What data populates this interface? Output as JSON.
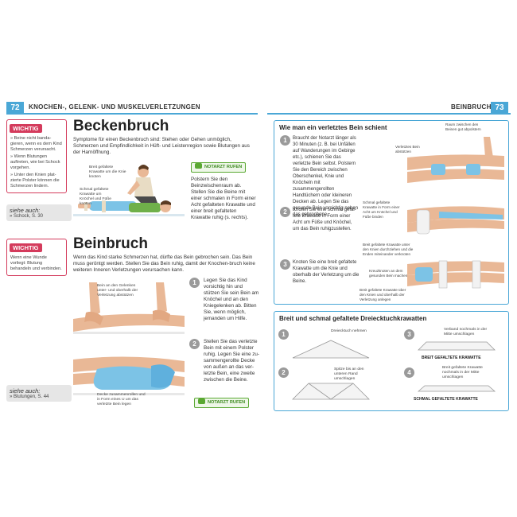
{
  "left_page": {
    "page_number": "72",
    "running_head": "KNOCHEN-, GELENK- UND MUSKELVERLETZUNGEN",
    "wichtig_1": {
      "label": "WICHTIG",
      "items": [
        "» Beine nicht banda-gieren, wenn es dem Kind Schmerzen verursacht.",
        "» Wenn Blutungen auftreten, wie bei Schock vorgehen.",
        "» Unter den Knien plat-zierte Polster können die Schmerzen lindern."
      ]
    },
    "siehe_1": {
      "heading": "siehe auch:",
      "ref": "» Schock, S. 30"
    },
    "wichtig_2": {
      "label": "WICHTIG",
      "text": "Wenn eine Wunde vorliegt: Blutung behandeln und verbinden."
    },
    "siehe_2": {
      "heading": "siehe auch:",
      "ref": "» Blutungen, S. 44"
    },
    "beckenbruch": {
      "title": "Beckenbruch",
      "intro": "Symptome für einen Beckenbruch sind: Stehen oder Gehen unmöglich, Schmerzen und Empfindlichkeit in Hüft- und Leistenregion sowie Blutungen aus der Harnöffnung.",
      "caption_1": "Breit gefaltete Krawatte um die Knie knoten",
      "caption_2": "Schmal gefaltete Krawatte um Knöchel und Füße knoten",
      "notarzt": "NOTARZT RUFEN",
      "text": "Polstern Sie den Beinzwischenraum ab. Stellen Sie die Beine mit einer schmalen in Form einer Acht gefalteten Krawatte und einer breit gefalteten Krawatte ruhig (s. rechts)."
    },
    "beinbruch": {
      "title": "Beinbruch",
      "intro": "Wenn das Kind starke Schmerzen hat, dürfte das Bein gebrochen sein. Das Bein muss geröntgt werden. Stellen Sie das Bein ruhig, damit der Knochen-bruch keine weiteren Inneren Verletzungen verursachen kann.",
      "caption_1": "Bein an den Gelenken unter- und oberhalb der Verletzung abstützen",
      "caption_2": "Decke zusammenrollen und in Form eines U um das verletzte Bein legen",
      "step_1_num": "1",
      "step_1": "Legen Sie das Kind vorsichtig hin und stützen Sie sein Bein am Knöchel und an den Kniegelenken ab. Bitten Sie, wenn möglich, jemanden um Hilfe.",
      "step_2_num": "2",
      "step_2": "Stellen Sie das verletzte Bein mit einem Polster ruhig. Legen Sie eine zu-sammengerollte Decke von außen an das ver-letzte Bein, eine zweite zwischen die Beine.",
      "notarzt": "NOTARZT RUFEN"
    }
  },
  "right_page": {
    "page_number": "73",
    "running_head": "BEINBRUCH",
    "schiene": {
      "title": "Wie man ein verletztes Bein schient",
      "step_1_num": "1",
      "step_1": "Braucht der Notarzt länger als 30 Minuten (z. B. bei Unfällen auf Wanderungen im Gebirge etc.), schienen Sie das verletzte Bein selbst. Polstern Sie den Bereich zwischen Oberschenkel, Knie und Knöcheln mit zusammengerollten Handtüchern oder kleineren Decken ab. Legen Sie das gesunde Bein vorsichtig neben das gebrochene.",
      "step_2_num": "2",
      "step_2": "Knoten Sie eine schmal gefal-tete Krawatte in Form einer Acht um Füße und Knöchel, um das Bein ruhigzustellen.",
      "step_3_num": "3",
      "step_3": "Knoten Sie eine breit gefaltete Krawatte um die Knie und oberhalb der Verletzung um die Beine.",
      "labels": {
        "raum": "Raum zwischen den Beinen gut abpolstern",
        "verletztes": "Verletztes Bein abstützen",
        "schmal_acht": "Schmal gefaltete Krawatte in Form einer Acht um Knöchel und Füße binden",
        "breit_unter": "Breit gefaltete Krawatte unter den Knien durchziehen und die Enden miteinander verknoten",
        "kreuzknoten": "Kreuzknoten an dem gesunden Bein machen",
        "breit_ueber": "Breit gefaltete Krawatte über den Knien und oberhalb der Verletzung anlegen"
      }
    },
    "krawatten": {
      "title": "Breit und schmal gefaltete Dreiecktuchkrawatten",
      "n1": "1",
      "l1": "Dreiecktuch nehmen",
      "n2": "2",
      "l2": "Spitze bis an den unteren Rand umschlagen",
      "n3": "3",
      "l3": "Verband nochmals in der Mitte umschlagen",
      "result_3": "BREIT GEFALTETE KRAWATTE",
      "n4": "4",
      "l4": "Breit gefaltete Krawatte nochmals in der Mitte umschlagen",
      "result_4": "SCHMAL GEFALTETE KRAWATTE"
    }
  }
}
